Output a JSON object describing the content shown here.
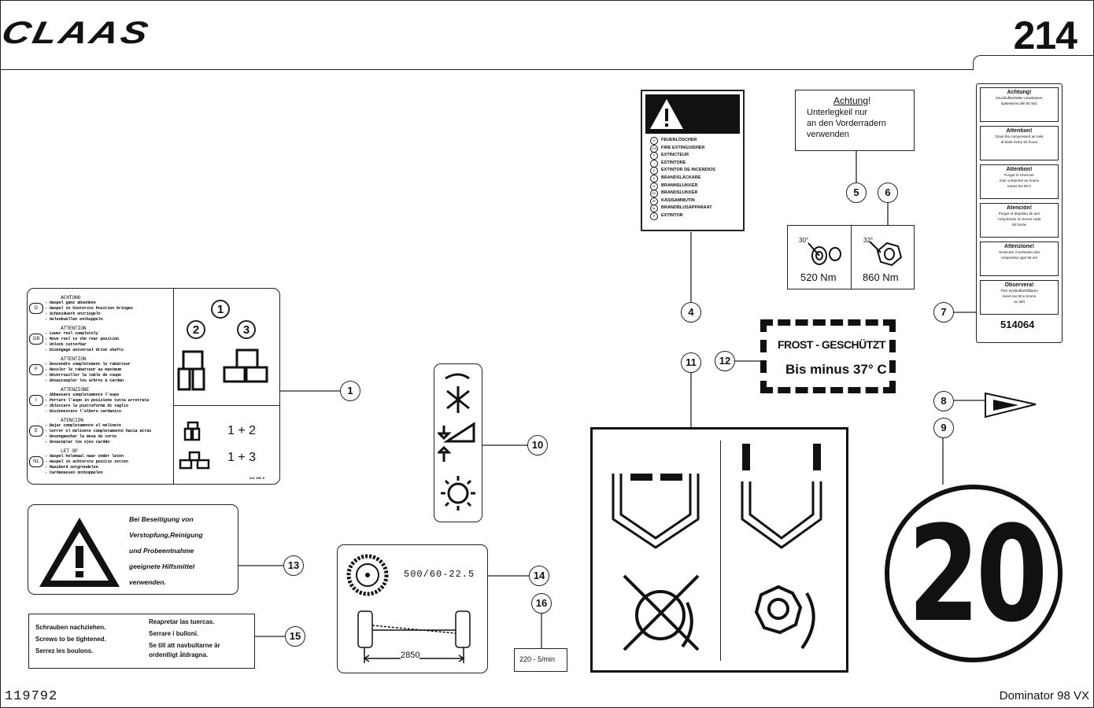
{
  "header": {
    "logo": "CLAAS",
    "page_number": "214"
  },
  "footer": {
    "doc_number": "119792",
    "model": "Dominator 98 VX"
  },
  "label1": {
    "sections": [
      {
        "title": "ACHTUNG",
        "lines": [
          "- Haspel ganz absenken",
          "- Haspel in hinterste Position bringen",
          "- Schneidwerk entriegeln",
          "- Gelenkwellen entkuppeln"
        ]
      },
      {
        "title": "ATTENTION",
        "lines": [
          "- Lower reel completely",
          "- Move reel to the rear position",
          "- Unlock cutterbar",
          "- Disengage universal drive shafts"
        ]
      },
      {
        "title": "ATTENTION",
        "lines": [
          "- Descendre complètement le rabatteur",
          "- Reculer le rabatteur au maximum",
          "- Déverrouiller la table de coupe",
          "- Désaccoupler les arbres à cardan"
        ]
      },
      {
        "title": "ATTENZIONE",
        "lines": [
          "- Abbassare completamente l'aspo",
          "- Portare l'aspo in posizione tutta arretrata",
          "- Sbloccare la piattaforma di taglio",
          "- Disinnestare l'albero cardanico"
        ]
      },
      {
        "title": "ATENCIÓN",
        "lines": [
          "- Bajar completamente el molinete",
          "- Correr el molinete completamente hacia atrás",
          "- Desenganchar la mesa de corte",
          "- Desacoplar los ejes cardán"
        ]
      },
      {
        "title": "LET OP",
        "lines": [
          "- Haspel helemaal naar onder laten",
          "- Haspel in achterste positie zetten",
          "- Maaibord ontgrendelen",
          "- Cardanassen ontkoppelen"
        ]
      }
    ],
    "country_codes": [
      "D",
      "GB",
      "F",
      "I",
      "E",
      "NL"
    ],
    "circle_numbers": [
      "1",
      "2",
      "3"
    ],
    "combo_a": "1 + 2",
    "combo_b": "1 + 3",
    "part_no": "514 896.0"
  },
  "label4": {
    "items": [
      {
        "code": "D",
        "text": "FEUERLÖSCHER"
      },
      {
        "code": "GB",
        "text": "FIRE EXTINGUISHER"
      },
      {
        "code": "F",
        "text": "EXTINCTEUR"
      },
      {
        "code": "I",
        "text": "ESTINTORE"
      },
      {
        "code": "E",
        "text": "EXTINTOR DE INCENDIOS"
      },
      {
        "code": "S",
        "text": "BRANDSLÄCKARE"
      },
      {
        "code": "N",
        "text": "BRANNSLUKKER"
      },
      {
        "code": "DK",
        "text": "BRANDSLUKKER"
      },
      {
        "code": "SF",
        "text": "KÄSISAMMUTIN"
      },
      {
        "code": "NL",
        "text": "BRANDBLUSAPPARAAT"
      },
      {
        "code": "P",
        "text": "EXTINTOR"
      }
    ]
  },
  "label5": {
    "title": "Achtung",
    "exclaim": "!",
    "lines": [
      "Unterlegkeil nur",
      "an den Vorderradern",
      "verwenden"
    ]
  },
  "label6": {
    "left_angle": "30°",
    "left_torque": "520 Nm",
    "right_angle": "32°",
    "right_torque": "860 Nm"
  },
  "label7": {
    "sections": [
      {
        "title": "Achtung!",
        "lines": [
          "Druckluftbehälter entwässern",
          "spätestens alle 50 Std."
        ]
      },
      {
        "title": "Attention!",
        "lines": [
          "Drain the compressed air tank",
          "at least every 50 hours"
        ]
      },
      {
        "title": "Attention!",
        "lines": [
          "Purger le réservoir",
          "d'air comprimé au moins",
          "toutes les 50 h"
        ]
      },
      {
        "title": "Atención!",
        "lines": [
          "Purgar el depósito de aire",
          "comprimido al menos cada",
          "50 horas"
        ]
      },
      {
        "title": "Attenzione!",
        "lines": [
          "Scaricare il serbatoio aria",
          "compressa ogni 50 ore"
        ]
      },
      {
        "title": "Observera!",
        "lines": [
          "Töm tryckluftbehållaren",
          "minst var 50:e timme",
          "av drift"
        ]
      }
    ],
    "part_no": "514064"
  },
  "label12": {
    "line1": "FROST - GESCHÜTZT",
    "line2": "Bis minus 37° C"
  },
  "label9": {
    "speed": "20"
  },
  "label13": {
    "lines": [
      "Bei Beseitigung von",
      "Verstopfung,Reinigung",
      "und Probeentnahme",
      "geeignete Hilfsmittel",
      "verwenden."
    ]
  },
  "label14": {
    "tyre": "500/60-22.5",
    "width": "2850"
  },
  "label15": {
    "left": [
      "Schrauben nachziehen.",
      "Screws to be tightened.",
      "Serrez les boulons."
    ],
    "right": [
      "Reapretar las tuercas.",
      "Serrare i bulloni.",
      "Se till att navbultarne är",
      "ordentligt åtdragna."
    ]
  },
  "label16": {
    "speed": "220 - 5/min"
  },
  "callouts": [
    "1",
    "4",
    "5",
    "6",
    "7",
    "8",
    "9",
    "10",
    "11",
    "12",
    "13",
    "14",
    "15",
    "16"
  ]
}
